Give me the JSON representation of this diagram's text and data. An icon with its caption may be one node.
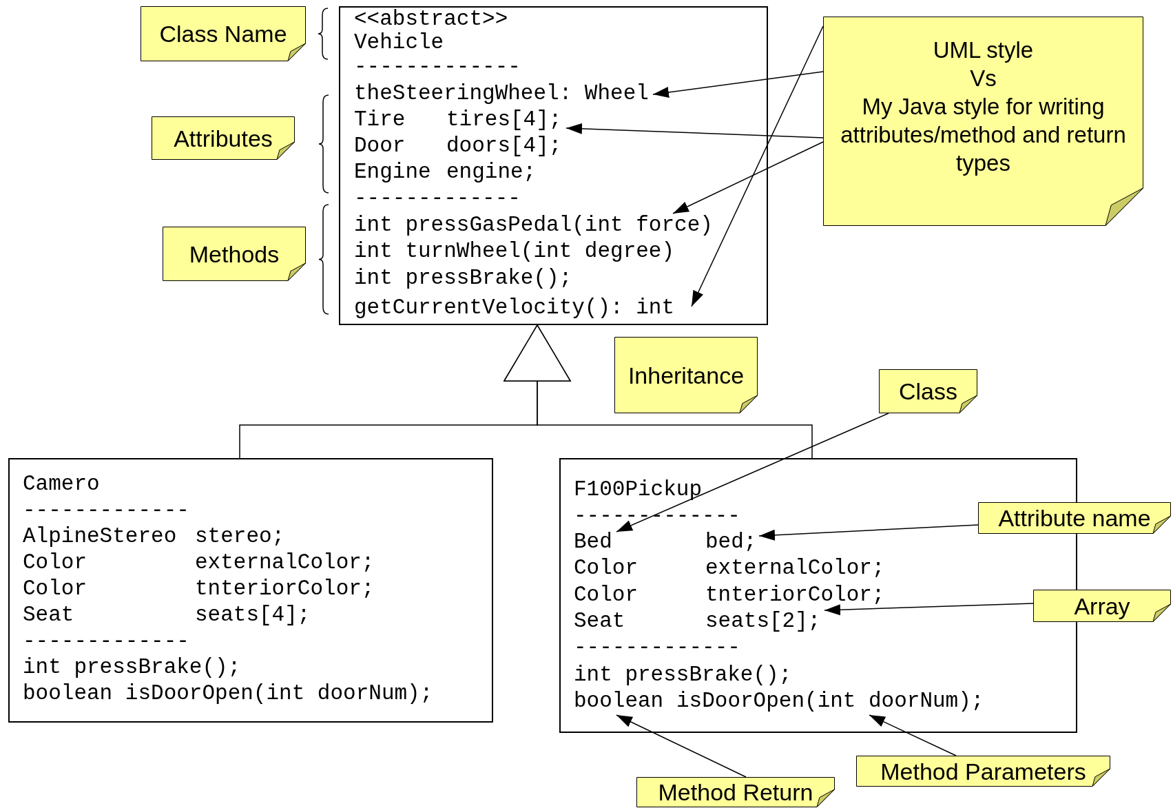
{
  "diagram": {
    "nodes": [
      {
        "text": [
          "Class Name"
        ]
      },
      {
        "text": [],
        "shape": "box"
      },
      {
        "text": [
          "<<abstract>>"
        ],
        "in": 1
      },
      {
        "text": [
          "Vehicle"
        ],
        "in": 1
      },
      {
        "text": [
          "-------------"
        ],
        "in": 1
      },
      {
        "text": [
          "theSteeringWheel: Wheel"
        ],
        "in": 1
      },
      {
        "text": [
          "Tire",
          "tires[4];"
        ],
        "in": 1
      },
      {
        "text": [
          "Door",
          "doors[4];"
        ],
        "in": 1
      },
      {
        "text": [
          "Engine",
          "engine;"
        ],
        "in": 1
      },
      {
        "text": [
          "-------------"
        ],
        "in": 1
      },
      {
        "text": [
          "int pressGasPedal(int force)"
        ],
        "in": 1
      },
      {
        "text": [
          "int turnWheel(int degree)"
        ],
        "in": 1
      },
      {
        "text": [
          "int pressBrake();"
        ],
        "in": 1
      },
      {
        "text": [
          "getCurrentVelocity(): int"
        ],
        "in": 1
      },
      {
        "text": [
          "UML style",
          "Vs",
          "My Java style for writing attributes/method and return types"
        ]
      },
      {
        "text": [
          "Attributes"
        ]
      },
      {
        "text": [
          "Methods"
        ]
      },
      {
        "text": [
          "Inheritance"
        ]
      },
      {
        "text": [
          "Class"
        ]
      },
      {
        "text": [
          "Camero",
          "-------------",
          "AlpineStereo",
          "stereo;",
          "Color",
          "externalColor;",
          "Color",
          "tnteriorColor;",
          "Seat",
          "seats[4];",
          "-------------",
          "int pressBrake();",
          "boolean isDoorOpen(int doorNum);"
        ]
      },
      {
        "text": [],
        "shape": "box"
      },
      {
        "text": [
          "F100Pickup"
        ],
        "in": 20
      },
      {
        "text": [
          "-------------"
        ],
        "in": 20
      },
      {
        "text": [
          "Bed"
        ],
        "in": 20
      },
      {
        "text": [
          "bed;"
        ],
        "in": 20
      },
      {
        "text": [
          "Color",
          "externalColor;"
        ],
        "in": 20
      },
      {
        "text": [
          "Color",
          "tnteriorColor;"
        ],
        "in": 20
      },
      {
        "text": [
          "Seat"
        ],
        "in": 20
      },
      {
        "text": [
          "seats[2];"
        ],
        "in": 20
      },
      {
        "text": [
          "-------------"
        ],
        "in": 20
      },
      {
        "text": [
          "int pressBrake();"
        ],
        "in": 20
      },
      {
        "text": [
          "boolean"
        ],
        "in": 20
      },
      {
        "text": [
          "isDoorOpen(int"
        ],
        "in": 20
      },
      {
        "text": [
          "doorNum);"
        ],
        "in": 20
      },
      {
        "text": [
          "Attribute name"
        ]
      },
      {
        "text": [
          "Array"
        ]
      },
      {
        "text": [
          "Method Parameters"
        ]
      },
      {
        "text": [
          "Method Return"
        ]
      }
    ],
    "edges": [
      {
        "from": 14,
        "to": 5,
        "arrow": "to"
      },
      {
        "from": 14,
        "to": 6,
        "arrow": "to"
      },
      {
        "from": 14,
        "to": 10,
        "arrow": "to"
      },
      {
        "from": 14,
        "to": 13,
        "arrow": "to"
      },
      {
        "from": 19,
        "to": 1,
        "arrow": "to"
      },
      {
        "from": 20,
        "to": 1,
        "arrow": "to"
      },
      {
        "from": 18,
        "to": 23,
        "arrow": "to"
      },
      {
        "from": 34,
        "to": 24,
        "arrow": "to"
      },
      {
        "from": 35,
        "to": 28,
        "arrow": "to"
      },
      {
        "from": 37,
        "to": 31,
        "arrow": "to"
      },
      {
        "from": 36,
        "to": 33,
        "arrow": "to"
      }
    ]
  }
}
